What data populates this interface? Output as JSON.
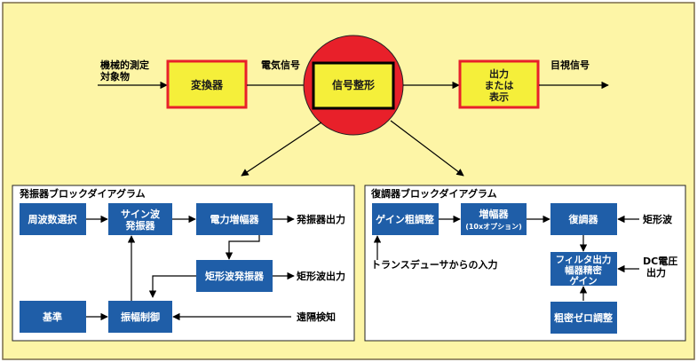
{
  "top": {
    "input_label": [
      "機械的測定",
      "対象物"
    ],
    "converter": "変換器",
    "electrical_signal": "電気信号",
    "signal_conditioning": "信号整形",
    "output_box": [
      "出力",
      "または",
      "表示"
    ],
    "visual_signal": "目視信号"
  },
  "oscillator": {
    "title": "発振器ブロックダイアグラム",
    "freq_select": "周波数選択",
    "sine_osc": [
      "サイン波",
      "発振器"
    ],
    "power_amp": "電力増幅器",
    "osc_output": "発振器出力",
    "square_osc": "矩形波発振器",
    "square_output": "矩形波出力",
    "reference": "基準",
    "amp_control": "振幅制御",
    "remote_sense": "遠隔検知"
  },
  "demodulator": {
    "title": "復調器ブロックダイアグラム",
    "gain_coarse": "ゲイン粗調整",
    "amplifier": [
      "増幅器",
      "(10xオプション)"
    ],
    "demod": "復調器",
    "square_wave": "矩形波",
    "transducer_input": "トランスデューサからの入力",
    "filter": [
      "フィルタ出力",
      "幅器精密",
      "ゲイン"
    ],
    "dc_voltage": [
      "DC電圧",
      "出力"
    ],
    "fine_zero": "粗密ゼロ調整"
  },
  "colors": {
    "background": "#fdf5a6",
    "yellow_box": "#f5ef3a",
    "red": "#e8202a",
    "blue_box": "#1f5ea8",
    "border": "#7a6b4a"
  }
}
